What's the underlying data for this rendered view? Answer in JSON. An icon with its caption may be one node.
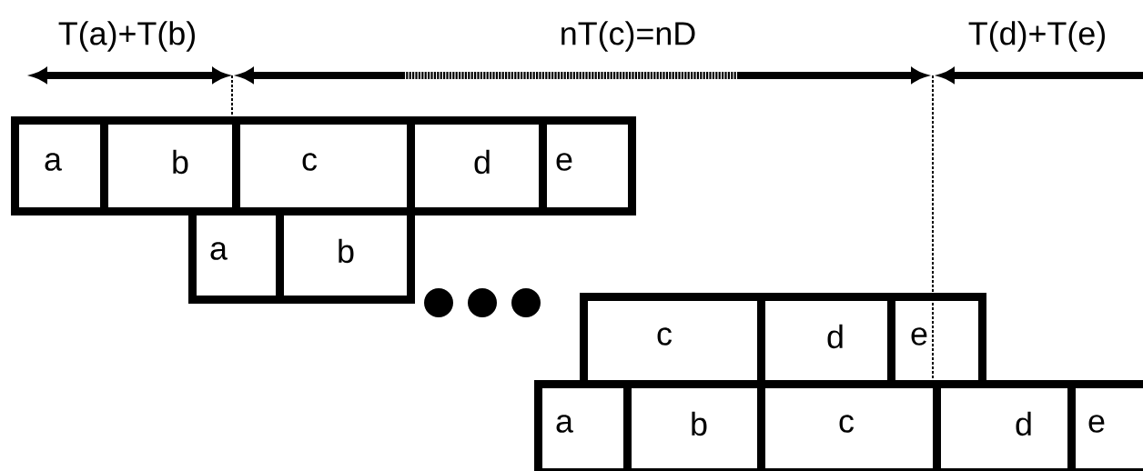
{
  "diagram": {
    "nodes": [
      {
        "text": [
          "a"
        ]
      },
      {
        "text": [
          "b"
        ]
      },
      {
        "text": [
          "c"
        ]
      },
      {
        "text": [
          "d"
        ]
      },
      {
        "text": [
          "e"
        ]
      },
      {
        "text": [
          "a"
        ]
      },
      {
        "text": [
          "b"
        ]
      },
      {
        "text": [
          "c"
        ]
      },
      {
        "text": [
          "d"
        ]
      },
      {
        "text": [
          "e"
        ]
      },
      {
        "text": [
          "a"
        ]
      },
      {
        "text": [
          "b"
        ]
      },
      {
        "text": [
          "c"
        ]
      },
      {
        "text": [
          "d"
        ]
      },
      {
        "text": [
          "e"
        ]
      }
    ],
    "labels": [
      "T(a)+T(b)",
      "nT(c)=nD",
      "T(d)+T(e)"
    ]
  }
}
